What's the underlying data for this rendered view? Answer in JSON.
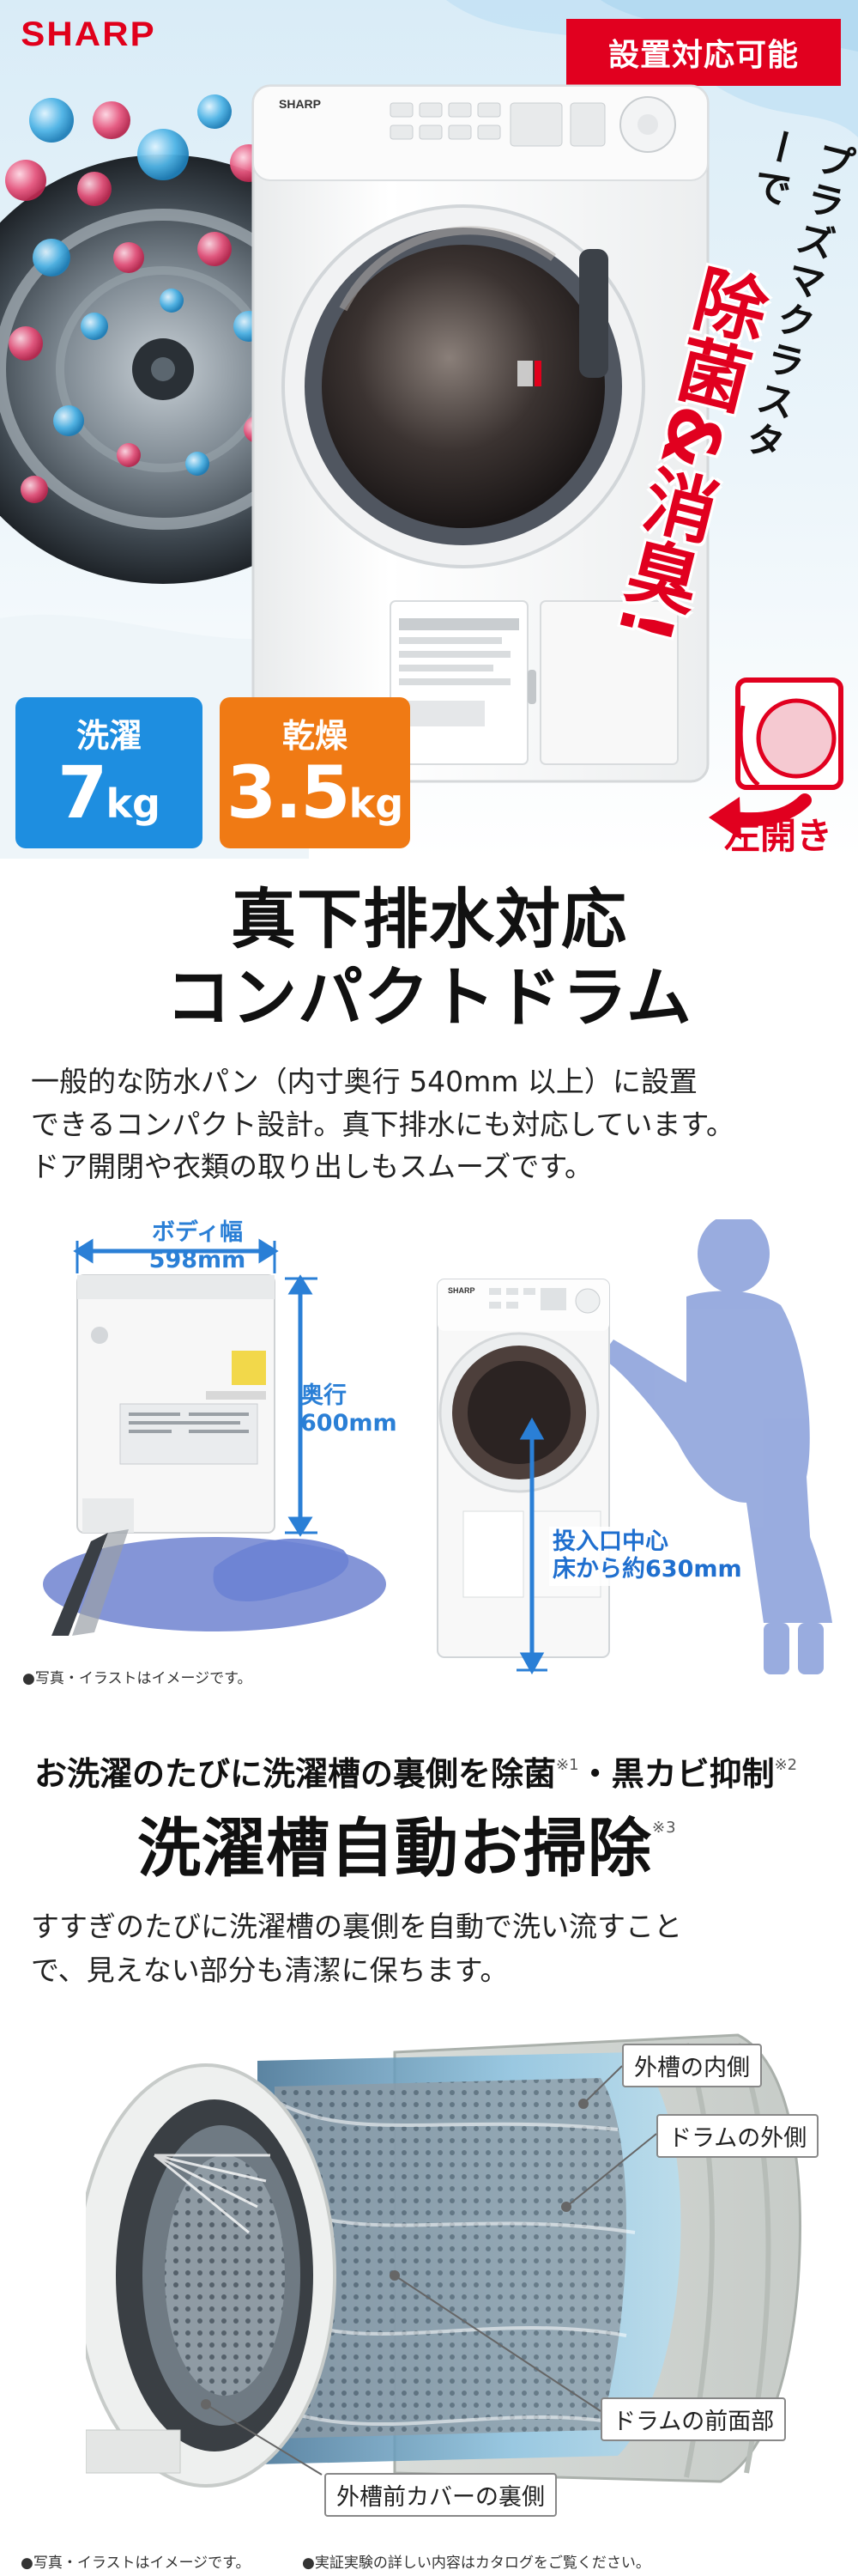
{
  "brand": "SHARP",
  "hero": {
    "install_badge": "設置対応可能",
    "plasma_line1": "プラズマクラスターで",
    "plasma_line2": "除菌&消臭!",
    "wash": {
      "label": "洗濯",
      "value": "7",
      "unit": "kg",
      "color": "#1e8ee0"
    },
    "dry": {
      "label": "乾燥",
      "value": "3.5",
      "unit": "kg",
      "color": "#f07a14"
    },
    "door_label": "左開き",
    "accent_color": "#e1001f",
    "icons": [
      "drum-illustration",
      "washer-image",
      "left-open-arrow-icon"
    ]
  },
  "section2": {
    "title_lines": [
      "真下排水対応",
      "コンパクトドラム"
    ],
    "desc_lines": [
      "一般的な防水パン（内寸奥行 540mm 以上）に設置",
      "できるコンパクト設計。真下排水にも対応しています。",
      "ドア開閉や衣類の取り出しもスムーズです。"
    ],
    "body_width_lines": [
      "ボディ幅",
      "598mm"
    ],
    "depth_lines": [
      "奥行",
      "600mm"
    ],
    "opening_lines": [
      "投入口中心",
      "床から約630mm"
    ],
    "note": "●写真・イラストはイメージです。"
  },
  "section3": {
    "subtitle_a": "お洗濯のたびに洗濯槽の裏側を除菌",
    "subtitle_a_mark": "※1",
    "subtitle_b": "・黒カビ抑制",
    "subtitle_b_mark": "※2",
    "title": "洗濯槽自動お掃除",
    "title_mark": "※3",
    "desc_lines": [
      "すすぎのたびに洗濯槽の裏側を自動で洗い流すこと",
      "で、見えない部分も清潔に保ちます。"
    ],
    "callouts": {
      "outer_tub_inner": "外槽の内側",
      "drum_outer": "ドラムの外側",
      "drum_front": "ドラムの前面部",
      "cover_back": "外槽前カバーの裏側"
    },
    "note_image": "●写真・イラストはイメージです。",
    "note_catalog": "●実証実験の詳しい内容はカタログをご覧ください。"
  }
}
